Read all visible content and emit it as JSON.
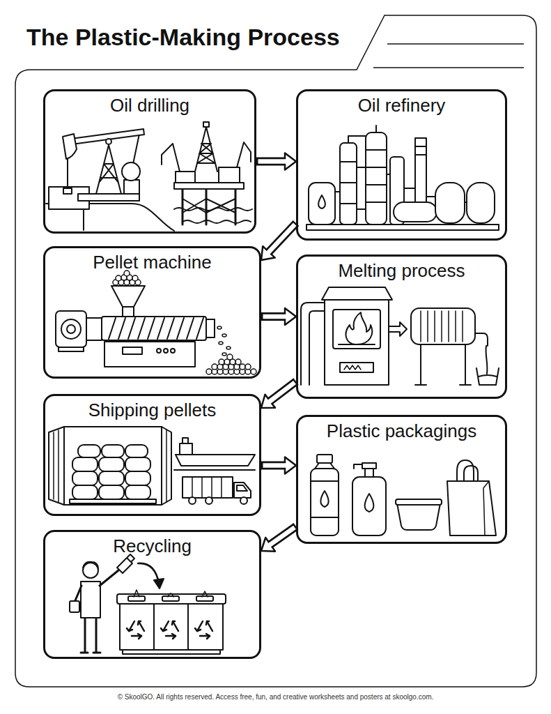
{
  "diagram": {
    "title": "The Plastic-Making Process",
    "nodes": [
      {
        "text": [
          "Oil drilling"
        ]
      },
      {
        "text": [
          "Oil refinery"
        ]
      },
      {
        "text": [
          "Pellet machine"
        ]
      },
      {
        "text": [
          "Melting process"
        ]
      },
      {
        "text": [
          "Shipping pellets"
        ]
      },
      {
        "text": [
          "Plastic packagings"
        ]
      },
      {
        "text": [
          "Recycling"
        ]
      }
    ],
    "edges": [
      {
        "from": 0,
        "to": 1,
        "arrow": "to"
      },
      {
        "from": 1,
        "to": 2,
        "arrow": "to"
      },
      {
        "from": 2,
        "to": 3,
        "arrow": "to"
      },
      {
        "from": 3,
        "to": 4,
        "arrow": "to"
      },
      {
        "from": 4,
        "to": 5,
        "arrow": "to"
      },
      {
        "from": 5,
        "to": 6,
        "arrow": "to"
      }
    ],
    "labels": [
      "© SkoolGO. All rights reserved. Access free, fun, and creative worksheets and posters at skoolgo.com."
    ]
  }
}
